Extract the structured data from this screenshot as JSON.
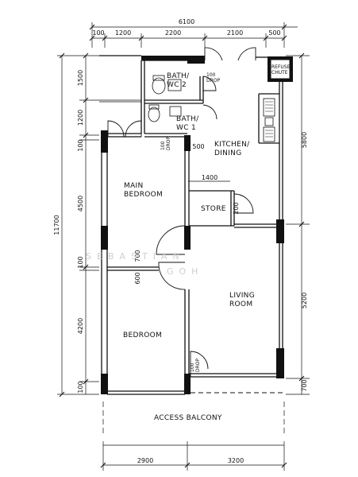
{
  "plan": {
    "rooms": {
      "bath2": "BATH/\nWC 2",
      "bath1": "BATH/\nWC 1",
      "kitchen": "KITCHEN/\nDINING",
      "main_bedroom": "MAIN\nBEDROOM",
      "store": "STORE",
      "living": "LIVING\nROOM",
      "bedroom": "BEDROOM",
      "balcony": "ACCESS  BALCONY",
      "refuse": "REFUSE\nCHUTE"
    },
    "drops": {
      "drop1": "100\nDROP",
      "drop2": "100\nDROP",
      "drop3": "100\nDROP"
    },
    "dims_top": {
      "total": "6100",
      "d1": "100",
      "d2": "1200",
      "d3": "2200",
      "d4": "2100",
      "d5": "500"
    },
    "dims_left": {
      "total": "11700",
      "d1": "1500",
      "d2": "1200",
      "d3": "100",
      "d4": "4500",
      "d5": "100",
      "d6": "4200",
      "d7": "100"
    },
    "dims_right": {
      "d1": "5800",
      "d2": "5200",
      "d3": "700"
    },
    "dims_bottom": {
      "d1": "2900",
      "d2": "3200"
    },
    "dims_inner": {
      "d500": "500",
      "d1400": "1400",
      "d200": "200",
      "d700": "700",
      "d600": "600"
    },
    "watermark": {
      "line1": "SEBASTIAN",
      "line2": "GOH"
    }
  }
}
